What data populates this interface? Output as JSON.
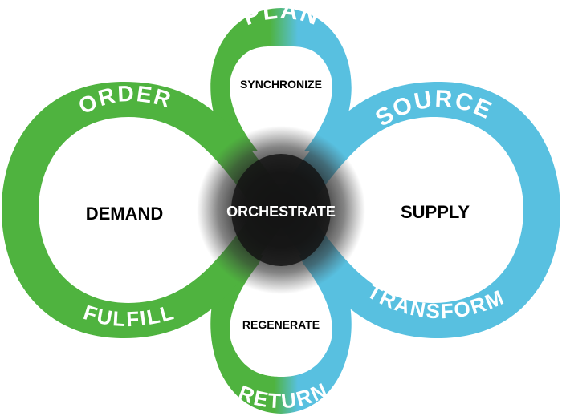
{
  "colors": {
    "green": "#4fb33f",
    "blue": "#58c0e0",
    "center": "#111111"
  },
  "ring_labels": {
    "plan": "PLAN",
    "order": "ORDER",
    "source": "SOURCE",
    "fulfill": "FULFILL",
    "transform": "TRANSFORM",
    "return": "RETURN"
  },
  "inner_labels": {
    "synchronize": "SYNCHRONIZE",
    "demand": "DEMAND",
    "supply": "SUPPLY",
    "regenerate": "REGENERATE"
  },
  "center_label": "ORCHESTRATE"
}
